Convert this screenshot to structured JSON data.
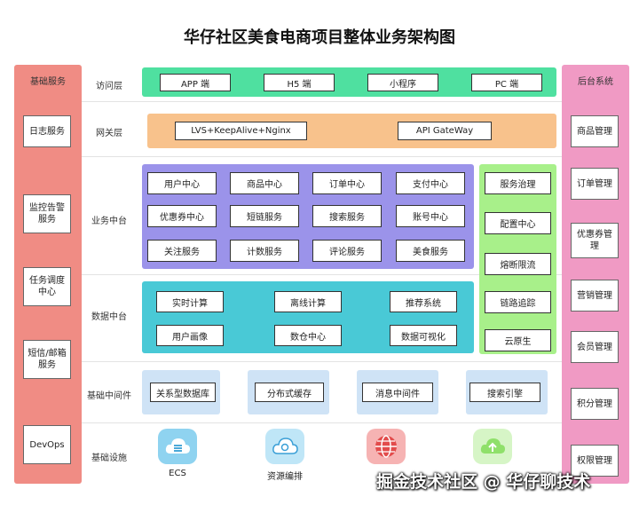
{
  "title": "华仔社区美食电商项目整体业务架构图",
  "left_sidebar": {
    "header": "基础服务",
    "items": [
      "日志服务",
      "监控告警服务",
      "任务调度中心",
      "短信/邮箱服务",
      "DevOps"
    ]
  },
  "right_sidebar": {
    "header": "后台系统",
    "items": [
      "商品管理",
      "订单管理",
      "优惠券管理",
      "营销管理",
      "会员管理",
      "积分管理",
      "权限管理"
    ]
  },
  "layers": {
    "access": {
      "label": "访问层",
      "items": [
        "APP 端",
        "H5 端",
        "小程序",
        "PC 端"
      ]
    },
    "gateway": {
      "label": "网关层",
      "items": [
        "LVS+KeepAlive+Nginx",
        "API GateWay"
      ]
    },
    "business": {
      "label": "业务中台",
      "items": [
        "用户中心",
        "商品中心",
        "订单中心",
        "支付中心",
        "优惠券中心",
        "短链服务",
        "搜索服务",
        "账号中心",
        "关注服务",
        "计数服务",
        "评论服务",
        "美食服务"
      ]
    },
    "governance": {
      "items": [
        "服务治理",
        "配置中心",
        "熔断限流",
        "链路追踪",
        "云原生"
      ]
    },
    "data": {
      "label": "数据中台",
      "items": [
        "实时计算",
        "离线计算",
        "推荐系统",
        "用户画像",
        "数仓中心",
        "数据可视化"
      ]
    },
    "middleware": {
      "label": "基础中间件",
      "items": [
        "关系型数据库",
        "分布式缓存",
        "消息中间件",
        "搜索引擎"
      ]
    },
    "infra": {
      "label": "基础设施",
      "items": [
        "ECS",
        "资源编排",
        "",
        ""
      ]
    }
  },
  "watermark": "掘金技术社区 @ 华仔聊技术",
  "colors": {
    "left_sidebar": "#f08c84",
    "right_sidebar": "#f09ac4",
    "access": "#4fe0a0",
    "gateway": "#f8c28c",
    "business": "#9b93ea",
    "governance": "#a8f08a",
    "data": "#49c9d6",
    "middleware": "#cfe3f6"
  }
}
